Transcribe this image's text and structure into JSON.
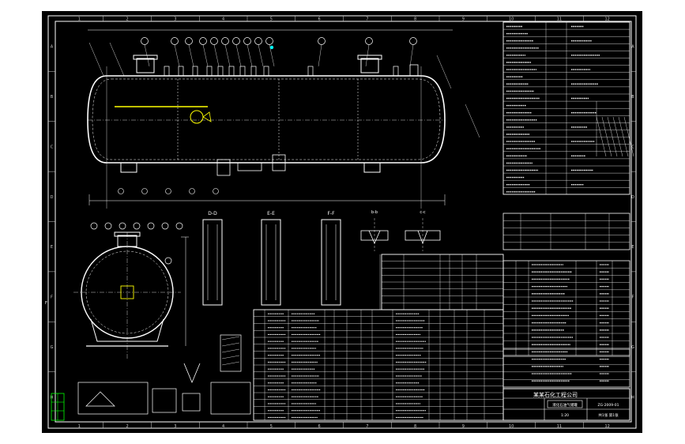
{
  "grid_cols": [
    "1",
    "2",
    "3",
    "4",
    "5",
    "6",
    "7",
    "8",
    "9",
    "10",
    "11",
    "12"
  ],
  "grid_rows": [
    "A",
    "B",
    "C",
    "D",
    "E",
    "F",
    "G",
    "H"
  ],
  "left_edge_label": "F",
  "views": {
    "section_d_label": "D-D",
    "section_e_label": "E-E",
    "section_f_label": "F-F",
    "detail_center_label": "b-b",
    "detail_right_label": "c-c"
  },
  "title_block": {
    "company": "某某石化工程公司",
    "drawing_title": "液化石油气储罐",
    "drawing_no": "ZG-2009-01",
    "scale": "1:20",
    "sheet": "共1张 第1张"
  },
  "colors": {
    "background": "#000000",
    "frame": "#ffffff",
    "lines": "#ffffff",
    "grid": "#cfcfcf",
    "highlight_yellow": "#ffff00",
    "highlight_cyan": "#00ffff",
    "accent_green": "#00ff00",
    "accent_magenta": "#ff00ff"
  }
}
